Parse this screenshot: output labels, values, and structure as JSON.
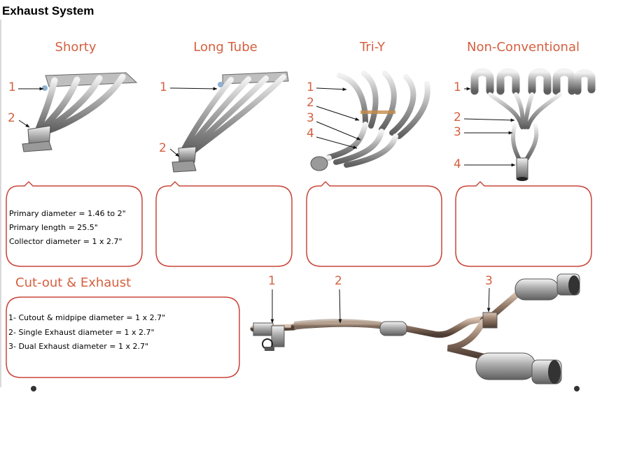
{
  "page_title": "Exhaust System",
  "headers": [
    {
      "title": "Shorty",
      "callouts": [
        "1",
        "2"
      ],
      "specs": [
        "Primary diameter = 1.46 to 2\"",
        "Primary length = 25.5\"",
        "Collector diameter = 1 x 2.7\""
      ]
    },
    {
      "title": "Long Tube",
      "callouts": [
        "1",
        "2"
      ],
      "specs": []
    },
    {
      "title": "Tri-Y",
      "callouts": [
        "1",
        "2",
        "3",
        "4"
      ],
      "specs": []
    },
    {
      "title": "Non-Conventional",
      "callouts": [
        "1",
        "2",
        "3",
        "4"
      ],
      "specs": []
    }
  ],
  "cutout": {
    "title": "Cut-out & Exhaust",
    "callouts": [
      "1",
      "2",
      "3"
    ],
    "specs": [
      "1- Cutout & midpipe diameter = 1 x 2.7\"",
      "2- Single Exhaust diameter = 1 x 2.7\"",
      "3- Dual Exhaust diameter = 1 x 2.7\""
    ]
  },
  "colors": {
    "accent": "#d4603f",
    "box_border": "#c9473b",
    "text": "#000000"
  }
}
